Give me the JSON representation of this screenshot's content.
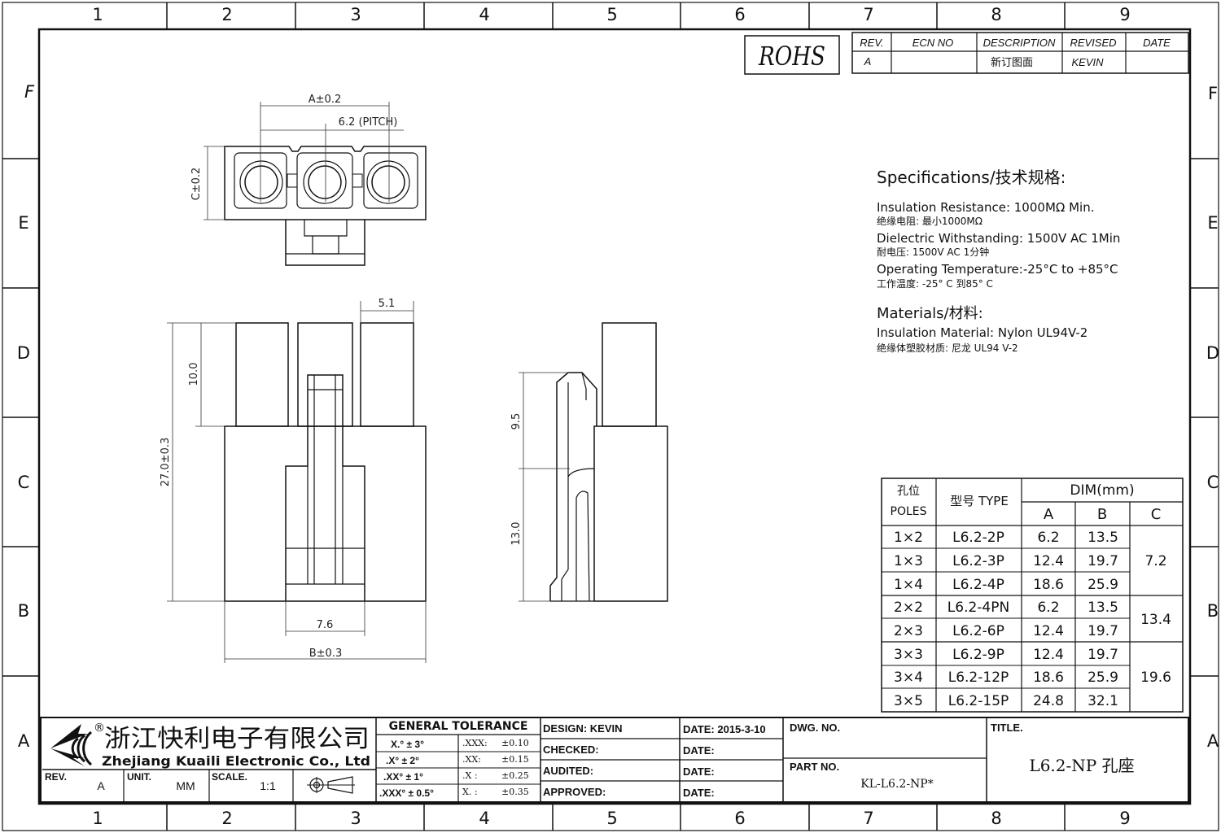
{
  "border": {
    "columns": [
      "1",
      "2",
      "3",
      "4",
      "5",
      "6",
      "7",
      "8",
      "9"
    ],
    "rows": [
      "F",
      "E",
      "D",
      "C",
      "B",
      "A"
    ]
  },
  "rohs": "ROHS",
  "revision_table": {
    "headers": [
      "REV.",
      "ECN NO",
      "DESCRIPTION",
      "REVISED",
      "DATE"
    ],
    "row": [
      "A",
      "",
      "新订图面",
      "KEVIN",
      ""
    ]
  },
  "specifications": {
    "title": "Specifications/技术规格:",
    "lines": [
      "Insulation Resistance: 1000MΩ Min.",
      "绝缘电阻: 最小1000MΩ",
      "Dielectric Withstanding:  1500V AC   1Min",
      "耐电压: 1500V AC 1分钟",
      "Operating Temperature:-25°C to +85°C",
      "工作温度: -25° C 到85° C"
    ],
    "materials_title": "Materials/材料:",
    "materials_lines": [
      "Insulation Material: Nylon UL94V-2",
      "绝缘体塑胶材质: 尼龙  UL94 V-2"
    ]
  },
  "dim_table": {
    "header_poles": [
      "孔位",
      "POLES"
    ],
    "header_type": "型号 TYPE",
    "header_dim": "DIM(mm)",
    "sub_headers": [
      "A",
      "B",
      "C"
    ],
    "rows": [
      {
        "poles": "1×2",
        "type": "L6.2-2P",
        "a": "6.2",
        "b": "13.5"
      },
      {
        "poles": "1×3",
        "type": "L6.2-3P",
        "a": "12.4",
        "b": "19.7"
      },
      {
        "poles": "1×4",
        "type": "L6.2-4P",
        "a": "18.6",
        "b": "25.9"
      },
      {
        "poles": "2×2",
        "type": "L6.2-4PN",
        "a": "6.2",
        "b": "13.5"
      },
      {
        "poles": "2×3",
        "type": "L6.2-6P",
        "a": "12.4",
        "b": "19.7"
      },
      {
        "poles": "3×3",
        "type": "L6.2-9P",
        "a": "12.4",
        "b": "19.7"
      },
      {
        "poles": "3×4",
        "type": "L6.2-12P",
        "a": "18.6",
        "b": "25.9"
      },
      {
        "poles": "3×5",
        "type": "L6.2-15P",
        "a": "24.8",
        "b": "32.1"
      }
    ],
    "c_groups": [
      "7.2",
      "13.4",
      "19.6"
    ]
  },
  "dimensions": {
    "a": "A±0.2",
    "pitch": "6.2 (PITCH)",
    "c": "C±0.2",
    "d51": "5.1",
    "d100": "10.0",
    "d270": "27.0±0.3",
    "d76": "7.6",
    "b": "B±0.3",
    "d95": "9.5",
    "d130": "13.0"
  },
  "title_block": {
    "company_cn": "浙江快利电子有限公司",
    "company_en": "Zhejiang Kuaili Electronic Co., Ltd",
    "registered_mark": "®",
    "rev_label": "REV.",
    "rev_value": "A",
    "unit_label": "UNIT.",
    "unit_value": "MM",
    "scale_label": "SCALE.",
    "scale_value": "1:1",
    "tolerance_title": "GENERAL TOLERANCE",
    "tolerance_left": [
      "X.° ± 3°",
      ".X° ± 2°",
      ".XX° ± 1°",
      ".XXX° ± 0.5°"
    ],
    "tolerance_right_keys": [
      ".XXX:",
      ".XX:",
      ".X  :",
      "X.  :"
    ],
    "tolerance_right_vals": [
      "±0.10",
      "±0.15",
      "±0.25",
      "±0.35"
    ],
    "design": "DESIGN:  KEVIN",
    "checked": "CHECKED:",
    "audited": "AUDITED:",
    "approved": "APPROVED:",
    "date1": "DATE: 2015-3-10",
    "date_label": "DATE:",
    "dwg_no": "DWG. NO.",
    "part_no_label": "PART NO.",
    "part_no": "KL-L6.2-NP*",
    "title_label": "TITLE.",
    "title_value": "L6.2-NP 孔座"
  }
}
